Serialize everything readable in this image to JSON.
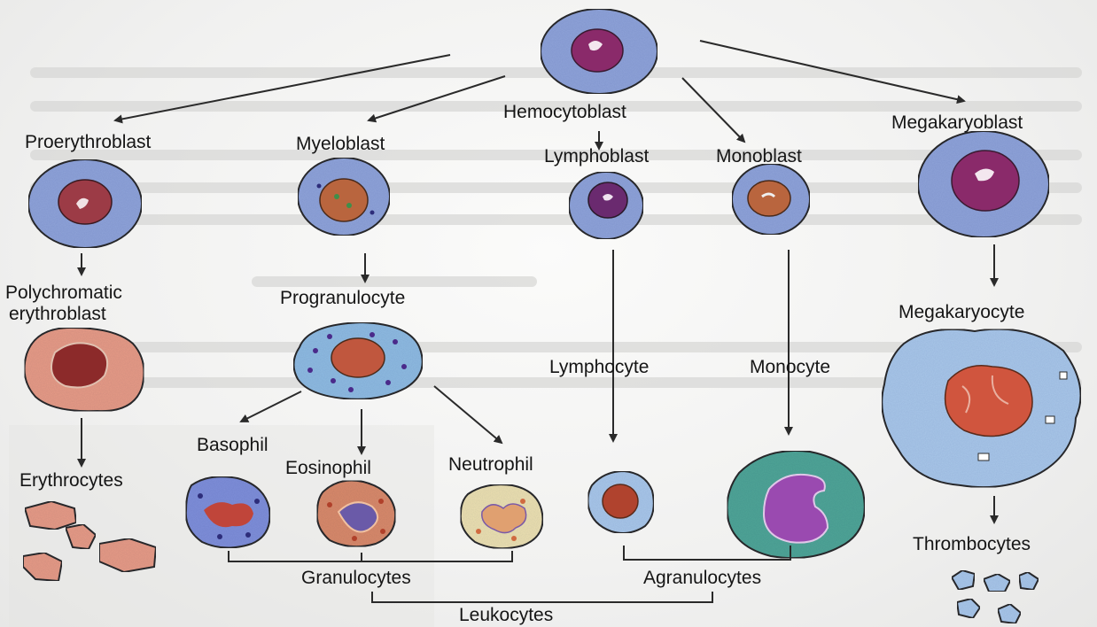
{
  "labels": {
    "hemocytoblast": "Hemocytoblast",
    "proerythroblast": "Proerythroblast",
    "myeloblast": "Myeloblast",
    "lymphoblast": "Lymphoblast",
    "monoblast": "Monoblast",
    "megakaryoblast": "Megakaryoblast",
    "polychromatic_line1": "Polychromatic",
    "polychromatic_line2": "erythroblast",
    "progranulocyte": "Progranulocyte",
    "megakaryocyte": "Megakaryocyte",
    "lymphocyte": "Lymphocyte",
    "monocyte": "Monocyte",
    "erythrocytes": "Erythrocytes",
    "basophil": "Basophil",
    "eosinophil": "Eosinophil",
    "neutrophil": "Neutrophil",
    "thrombocytes": "Thrombocytes",
    "granulocytes": "Granulocytes",
    "agranulocytes": "Agranulocytes",
    "leukocytes": "Leukocytes"
  },
  "colors": {
    "cytoplasm_blue": "#8fa3d8",
    "cytoplasm_light": "#a9c7e8",
    "nucleus_purple": "#8a2a6a",
    "nucleus_red": "#b5473a",
    "erythrocyte_pink": "#e79b86",
    "monocyte_teal": "#4fa596",
    "line": "#2a2a2a"
  }
}
